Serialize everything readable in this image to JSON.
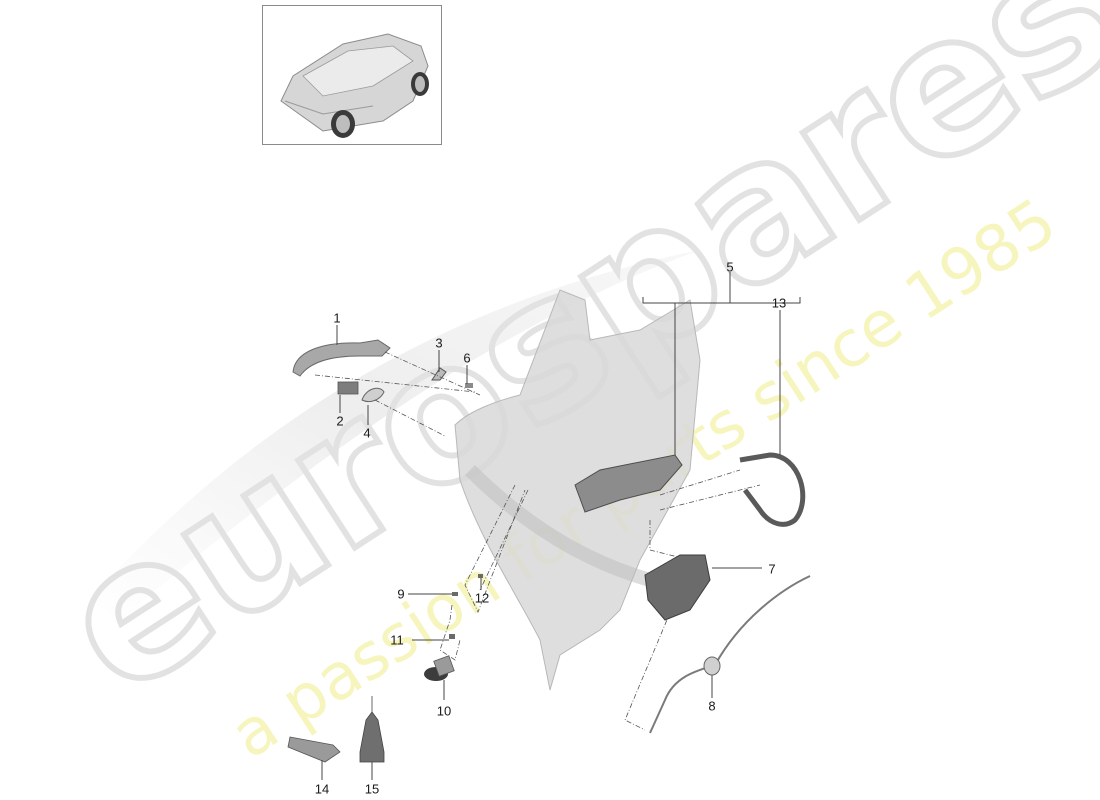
{
  "diagram": {
    "type": "exploded-parts-diagram",
    "subject": "rear door lock and handle assembly",
    "thumbnail": {
      "label": "vehicle-overview-thumbnail"
    },
    "watermark": {
      "brand": "eurospares",
      "tagline": "a passion for parts since 1985",
      "brand_color": "#e6e6e6",
      "tagline_color": "#f4f2a8"
    },
    "callouts": [
      {
        "id": "1",
        "label": "1"
      },
      {
        "id": "2",
        "label": "2"
      },
      {
        "id": "3",
        "label": "3"
      },
      {
        "id": "4",
        "label": "4"
      },
      {
        "id": "5",
        "label": "5"
      },
      {
        "id": "6",
        "label": "6"
      },
      {
        "id": "7",
        "label": "7"
      },
      {
        "id": "8",
        "label": "8"
      },
      {
        "id": "9",
        "label": "9"
      },
      {
        "id": "10",
        "label": "10"
      },
      {
        "id": "11",
        "label": "11"
      },
      {
        "id": "12",
        "label": "12"
      },
      {
        "id": "13",
        "label": "13"
      },
      {
        "id": "14",
        "label": "14"
      },
      {
        "id": "15",
        "label": "15"
      }
    ],
    "parts": [
      {
        "callout": "1",
        "name": "exterior-door-handle"
      },
      {
        "callout": "2",
        "name": "handle-bracket"
      },
      {
        "callout": "3",
        "name": "clip"
      },
      {
        "callout": "4",
        "name": "handle-cover-cap"
      },
      {
        "callout": "5",
        "name": "door-lock-assembly-group"
      },
      {
        "callout": "6",
        "name": "screw"
      },
      {
        "callout": "7",
        "name": "door-lock"
      },
      {
        "callout": "8",
        "name": "bowden-cable-with-grommet"
      },
      {
        "callout": "9",
        "name": "screw"
      },
      {
        "callout": "10",
        "name": "striker-plate"
      },
      {
        "callout": "11",
        "name": "screw"
      },
      {
        "callout": "12",
        "name": "screw"
      },
      {
        "callout": "13",
        "name": "actuating-cable"
      },
      {
        "callout": "14",
        "name": "grease-tube"
      },
      {
        "callout": "15",
        "name": "oil-bottle"
      }
    ],
    "colors": {
      "line": "#555555",
      "part_dark": "#5a5a5a",
      "part_mid": "#9a9a9a",
      "part_light": "#cfcfcf",
      "panel": "#dcdcdc"
    }
  }
}
